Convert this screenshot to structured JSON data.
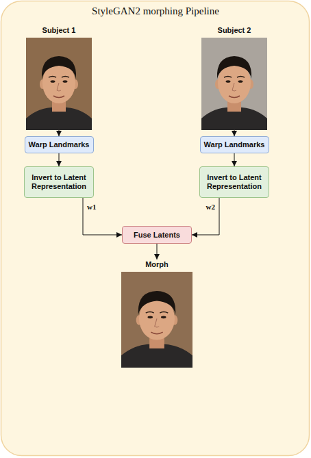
{
  "diagram": {
    "title": "StyleGAN2 morphing Pipeline",
    "nodes": [
      {
        "text": [
          "Subject 1"
        ]
      },
      {
        "text": [
          "Subject 2"
        ]
      },
      {
        "text": [
          "Warp Landmarks"
        ]
      },
      {
        "text": [
          "Warp Landmarks"
        ]
      },
      {
        "text": [
          "Invert to Latent Representation"
        ]
      },
      {
        "text": [
          "Invert to Latent Representation"
        ]
      },
      {
        "text": [
          "Fuse Latents"
        ]
      },
      {
        "text": [
          "Morph"
        ]
      }
    ],
    "edges": [
      {
        "from": 0,
        "to": 2,
        "arrow": "to"
      },
      {
        "from": 1,
        "to": 3,
        "arrow": "to"
      },
      {
        "from": 2,
        "to": 4,
        "arrow": "to"
      },
      {
        "from": 3,
        "to": 5,
        "arrow": "to"
      },
      {
        "from": 4,
        "to": 6,
        "label": "w1",
        "arrow": "to"
      },
      {
        "from": 5,
        "to": 6,
        "label": "w2",
        "arrow": "to"
      },
      {
        "from": 6,
        "to": 7,
        "arrow": "to"
      }
    ]
  }
}
